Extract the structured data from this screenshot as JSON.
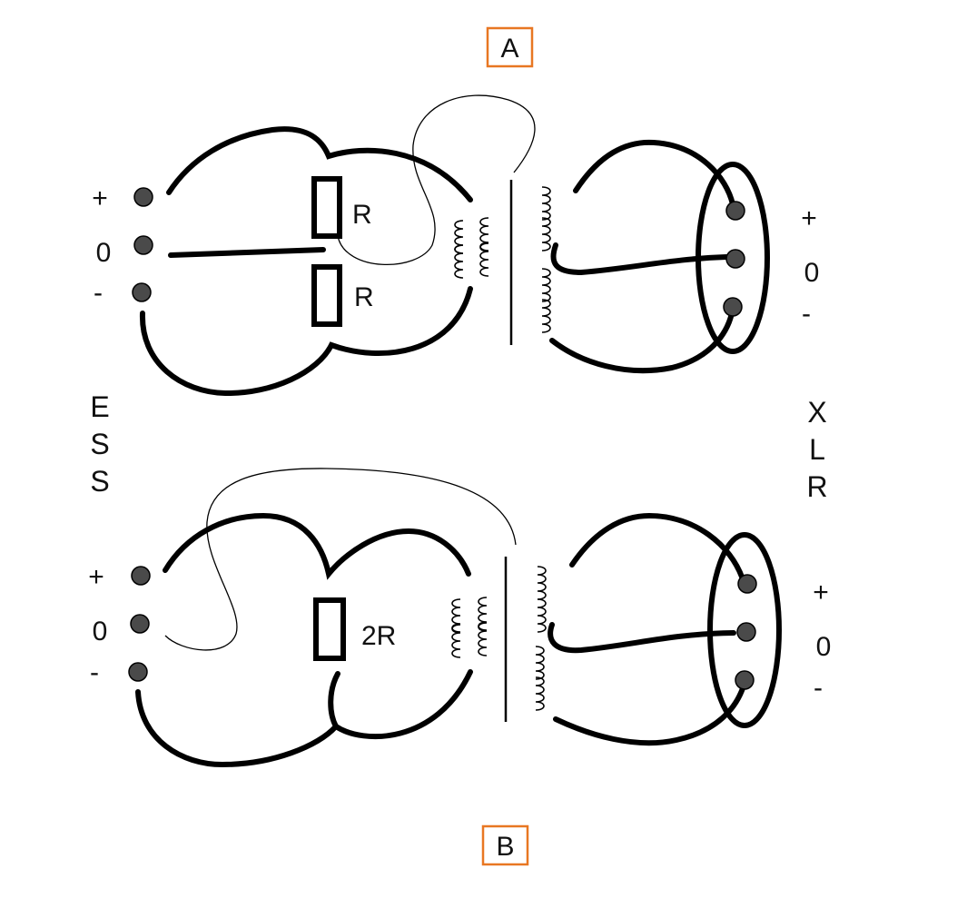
{
  "colors": {
    "ink": "#000000",
    "terminal_fill": "#4a4a4a",
    "frame_accent": "#e87722",
    "background": "#ffffff"
  },
  "diagram_a": {
    "label": "A",
    "ess_pins": [
      "+",
      "0",
      "-"
    ],
    "xlr_pins": [
      "+",
      "0",
      "-"
    ],
    "resistors": [
      "R",
      "R"
    ]
  },
  "diagram_b": {
    "label": "B",
    "ess_pins": [
      "+",
      "0",
      "-"
    ],
    "xlr_pins": [
      "+",
      "0",
      "-"
    ],
    "resistors": [
      "2R"
    ]
  },
  "side_labels": {
    "left": [
      "E",
      "S",
      "S"
    ],
    "right": [
      "X",
      "L",
      "R"
    ]
  }
}
